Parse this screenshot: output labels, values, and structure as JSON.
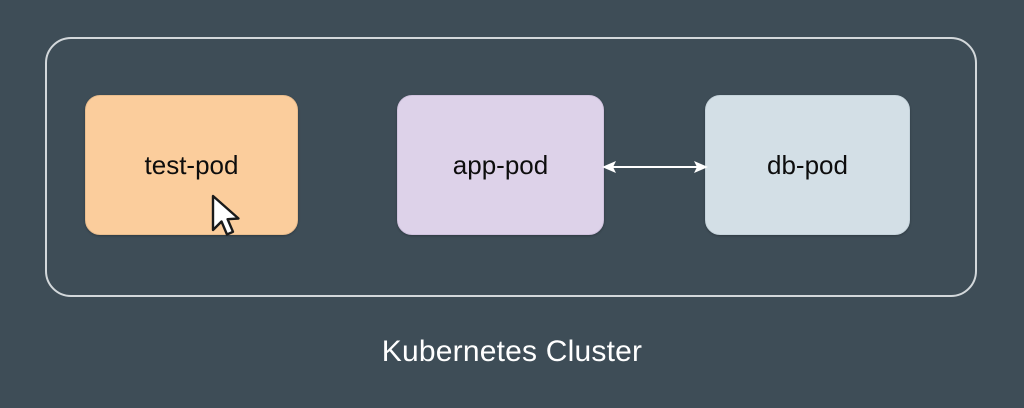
{
  "diagram": {
    "background_color": "#3e4d57",
    "caption": "Kubernetes Cluster",
    "caption_color": "#ffffff",
    "boundary": {
      "label": "cluster-boundary",
      "border_color": "#d3d8db"
    },
    "nodes": [
      {
        "id": "test-pod",
        "label": "test-pod",
        "fill": "#fbcd9c",
        "text_color": "#0d0d0d"
      },
      {
        "id": "app-pod",
        "label": "app-pod",
        "fill": "#ddd2e9",
        "text_color": "#0d0d0d"
      },
      {
        "id": "db-pod",
        "label": "db-pod",
        "fill": "#d3dfe6",
        "text_color": "#0d0d0d"
      }
    ],
    "edges": [
      {
        "id": "app-pod-to-db-pod",
        "from": "app-pod",
        "to": "db-pod",
        "style": "double-headed-arrow",
        "color": "#ffffff"
      }
    ],
    "cursor": {
      "name": "mouse-pointer",
      "over_node": "test-pod",
      "fill": "#ffffff",
      "outline": "#1a1a1a"
    }
  }
}
